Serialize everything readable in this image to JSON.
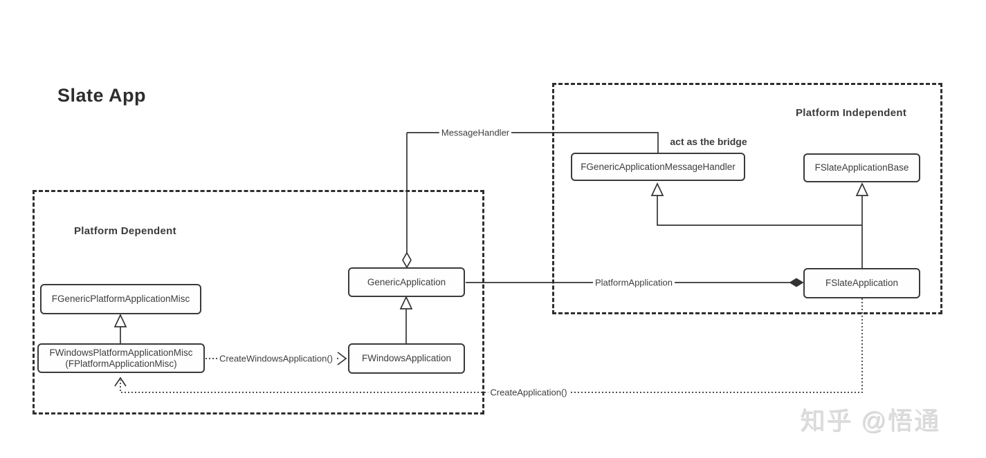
{
  "title": "Slate App",
  "regions": {
    "dependent": {
      "label": "Platform Dependent"
    },
    "independent": {
      "label": "Platform Independent"
    }
  },
  "nodes": {
    "generic_platform_misc": {
      "label": "FGenericPlatformApplicationMisc"
    },
    "windows_platform_misc": {
      "label": "FWindowsPlatformApplicationMisc",
      "sublabel": "(FPlatformApplicationMisc)"
    },
    "generic_application": {
      "label": "GenericApplication"
    },
    "windows_application": {
      "label": "FWindowsApplication"
    },
    "message_handler": {
      "label": "FGenericApplicationMessageHandler"
    },
    "slate_application_base": {
      "label": "FSlateApplicationBase"
    },
    "slate_application": {
      "label": "FSlateApplication"
    }
  },
  "edges": {
    "message_handler_label": "MessageHandler",
    "bridge_note": "act as the bridge",
    "platform_application_label": "PlatformApplication",
    "create_windows_application_label": "CreateWindowsApplication()",
    "create_application_label": "CreateApplication()"
  },
  "watermark": "知乎 @悟通",
  "colors": {
    "line": "#333333",
    "border": "#3a3a3a",
    "text": "#3d3d3d",
    "watermark": "#dedede"
  }
}
